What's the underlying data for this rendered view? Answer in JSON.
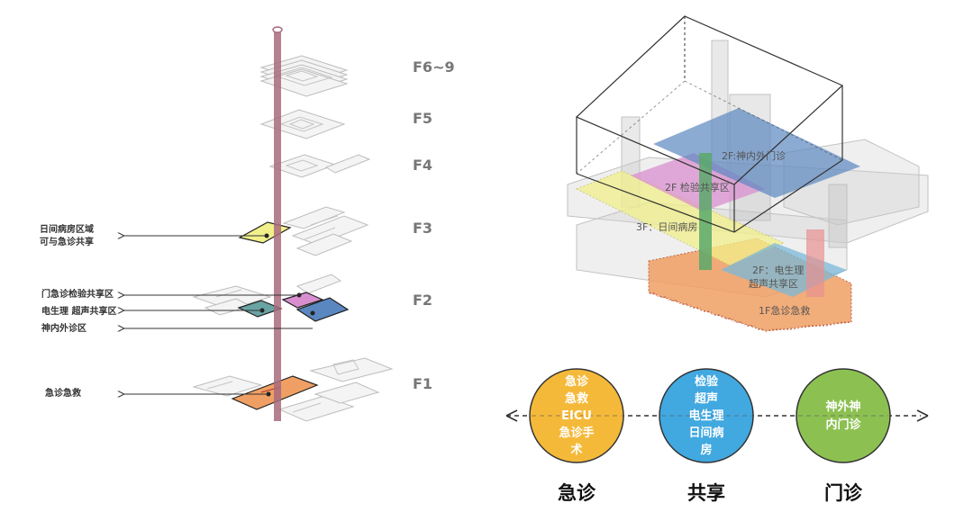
{
  "floors": [
    {
      "label": "F6~9"
    },
    {
      "label": "F5"
    },
    {
      "label": "F4"
    },
    {
      "label": "F3"
    },
    {
      "label": "F2"
    },
    {
      "label": "F1"
    }
  ],
  "callouts": {
    "day_ward": [
      "日间病房区域",
      "可与急诊共享"
    ],
    "exam_shared": "门急诊检验共享区",
    "ecg_ultrasound": "电生理  超声共享区",
    "neuro_clinic": "神内外诊区",
    "emergency": "急诊急救"
  },
  "colors": {
    "yellow_zone": "#f2f08a",
    "teal_zone": "#6aa3a3",
    "pink_zone": "#d98fcf",
    "blue_zone": "#5b87c0",
    "orange_zone": "#ef9f63",
    "core": "#a86a7c",
    "circle_orange": "#f5b93a",
    "circle_blue": "#41a8e0",
    "circle_green": "#8cc152"
  },
  "iso_labels": {
    "f2_neuro": "2F:神内外门诊",
    "f2_exam": "2F 检验共享区",
    "f3_day": "3F：日间病房",
    "f2_ecg": [
      "2F：电生理",
      "超声共享区"
    ],
    "f1_er": "1F急诊急救"
  },
  "circles": [
    {
      "lines": [
        "急诊",
        "急救",
        "EICU",
        "急诊手",
        "术"
      ],
      "caption": "急诊",
      "color": "#f5b93a"
    },
    {
      "lines": [
        "检验",
        "超声",
        "电生理",
        "日间病",
        "房"
      ],
      "caption": "共享",
      "color": "#41a8e0"
    },
    {
      "lines": [
        "神外神",
        "内门诊"
      ],
      "caption": "门诊",
      "color": "#8cc152"
    }
  ]
}
